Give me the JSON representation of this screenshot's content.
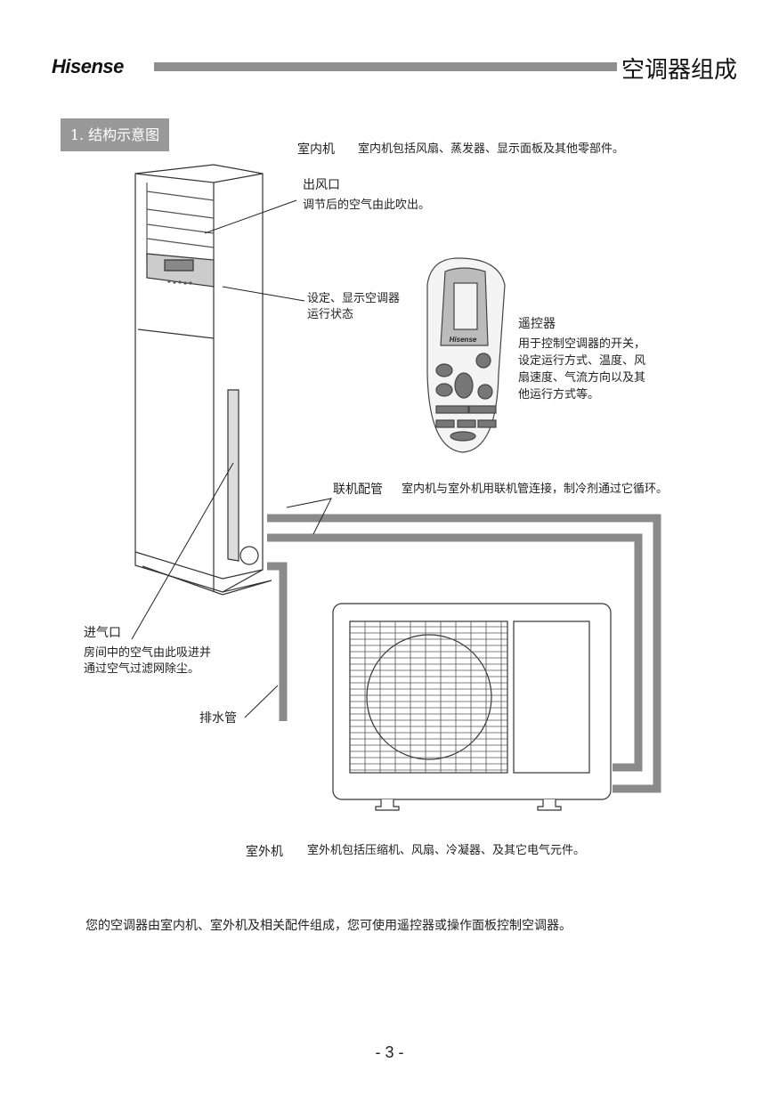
{
  "header": {
    "logo": "Hisense",
    "title": "空调器组成"
  },
  "section": {
    "label": "1. 结构示意图"
  },
  "indoor": {
    "label": "室内机",
    "desc": "室内机包括风扇、蒸发器、显示面板及其他零部件。"
  },
  "outlet": {
    "label": "出风口",
    "desc": "调节后的空气由此吹出。"
  },
  "display": {
    "line1": "设定、显示空调器",
    "line2": "运行状态"
  },
  "remote": {
    "label": "遥控器",
    "lines": [
      "用于控制空调器的开关，",
      "设定运行方式、温度、风",
      "扇速度、气流方向以及其",
      "他运行方式等。"
    ],
    "brand": "Hisense"
  },
  "pipe": {
    "label": "联机配管",
    "desc": "室内机与室外机用联机管连接，制冷剂通过它循环。"
  },
  "inlet": {
    "label": "进气口",
    "lines": [
      "房间中的空气由此吸进并",
      "通过空气过滤网除尘。"
    ]
  },
  "drain": {
    "label": "排水管"
  },
  "outdoor": {
    "label": "室外机",
    "desc": "室外机包括压缩机、风扇、冷凝器、及其它电气元件。"
  },
  "summary": "您的空调器由室内机、室外机及相关配件组成，您可使用遥控器或操作面板控制空调器。",
  "page_number": "- 3 -"
}
